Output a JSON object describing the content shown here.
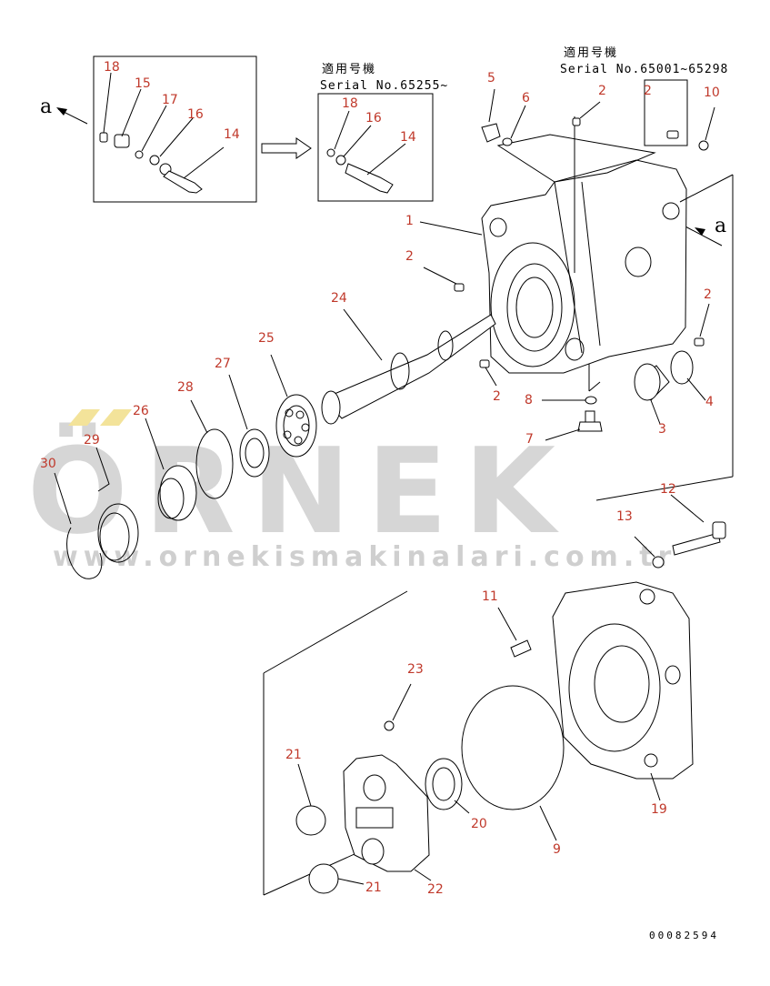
{
  "header": {
    "applicable_label_left": "適用号機",
    "serial_left": "Serial No.65255~",
    "applicable_label_right": "適用号機",
    "serial_right": "Serial No.65001~65298"
  },
  "view_marks": {
    "left": "a",
    "right": "a"
  },
  "drawing_code": "00082594",
  "watermark": {
    "brand": "ÖRNEK",
    "url": "www.ornekismakinalari.com.tr"
  },
  "callouts": [
    {
      "id": "c18a",
      "label": "18"
    },
    {
      "id": "c15",
      "label": "15"
    },
    {
      "id": "c17",
      "label": "17"
    },
    {
      "id": "c16a",
      "label": "16"
    },
    {
      "id": "c14a",
      "label": "14"
    },
    {
      "id": "c18b",
      "label": "18"
    },
    {
      "id": "c16b",
      "label": "16"
    },
    {
      "id": "c14b",
      "label": "14"
    },
    {
      "id": "c5",
      "label": "5"
    },
    {
      "id": "c6",
      "label": "6"
    },
    {
      "id": "c2a",
      "label": "2"
    },
    {
      "id": "c2b",
      "label": "2"
    },
    {
      "id": "c10",
      "label": "10"
    },
    {
      "id": "c1",
      "label": "1"
    },
    {
      "id": "c2c",
      "label": "2"
    },
    {
      "id": "c24",
      "label": "24"
    },
    {
      "id": "c2d",
      "label": "2"
    },
    {
      "id": "c2e",
      "label": "2"
    },
    {
      "id": "c4",
      "label": "4"
    },
    {
      "id": "c8",
      "label": "8"
    },
    {
      "id": "c3",
      "label": "3"
    },
    {
      "id": "c7",
      "label": "7"
    },
    {
      "id": "c25",
      "label": "25"
    },
    {
      "id": "c27",
      "label": "27"
    },
    {
      "id": "c28",
      "label": "28"
    },
    {
      "id": "c26",
      "label": "26"
    },
    {
      "id": "c29",
      "label": "29"
    },
    {
      "id": "c30",
      "label": "30"
    },
    {
      "id": "c12",
      "label": "12"
    },
    {
      "id": "c13",
      "label": "13"
    },
    {
      "id": "c11",
      "label": "11"
    },
    {
      "id": "c23",
      "label": "23"
    },
    {
      "id": "c21a",
      "label": "21"
    },
    {
      "id": "c20",
      "label": "20"
    },
    {
      "id": "c9",
      "label": "9"
    },
    {
      "id": "c19",
      "label": "19"
    },
    {
      "id": "c21b",
      "label": "21"
    },
    {
      "id": "c22",
      "label": "22"
    }
  ]
}
